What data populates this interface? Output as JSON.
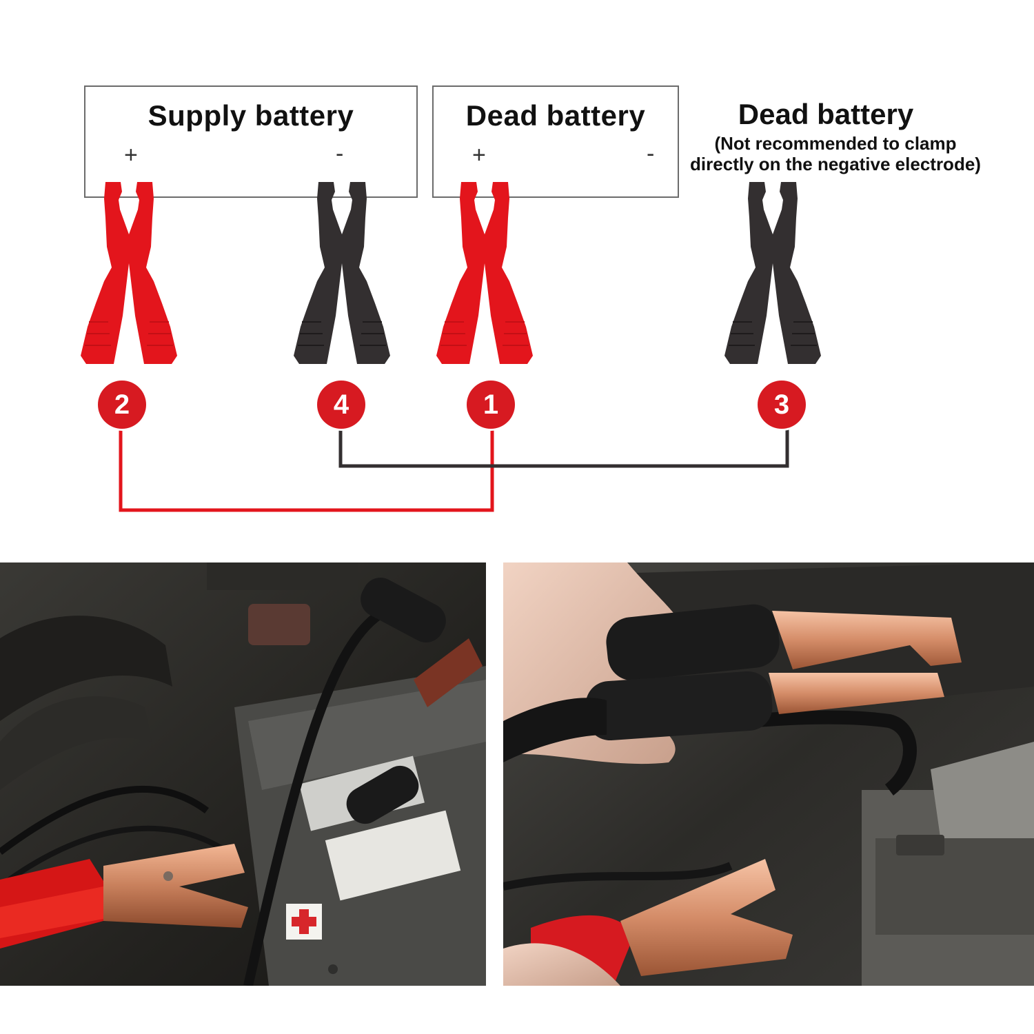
{
  "supply_box": {
    "title": "Supply battery",
    "plus": "+",
    "minus": "-"
  },
  "dead_box": {
    "title": "Dead battery",
    "plus": "+",
    "minus": "-"
  },
  "dead_ground": {
    "title": "Dead battery",
    "note_line1": "(Not recommended to clamp",
    "note_line2": "directly on the negative electrode)"
  },
  "steps": {
    "s1": "1",
    "s2": "2",
    "s3": "3",
    "s4": "4"
  },
  "colors": {
    "red": "#e3151c",
    "black": "#332f30",
    "badge": "#d71a21",
    "box_border": "#6b6b6b"
  },
  "photos": {
    "left": "engine-bay-with-red-clamp-on-battery",
    "right": "hand-holding-black-and-red-clamps"
  }
}
